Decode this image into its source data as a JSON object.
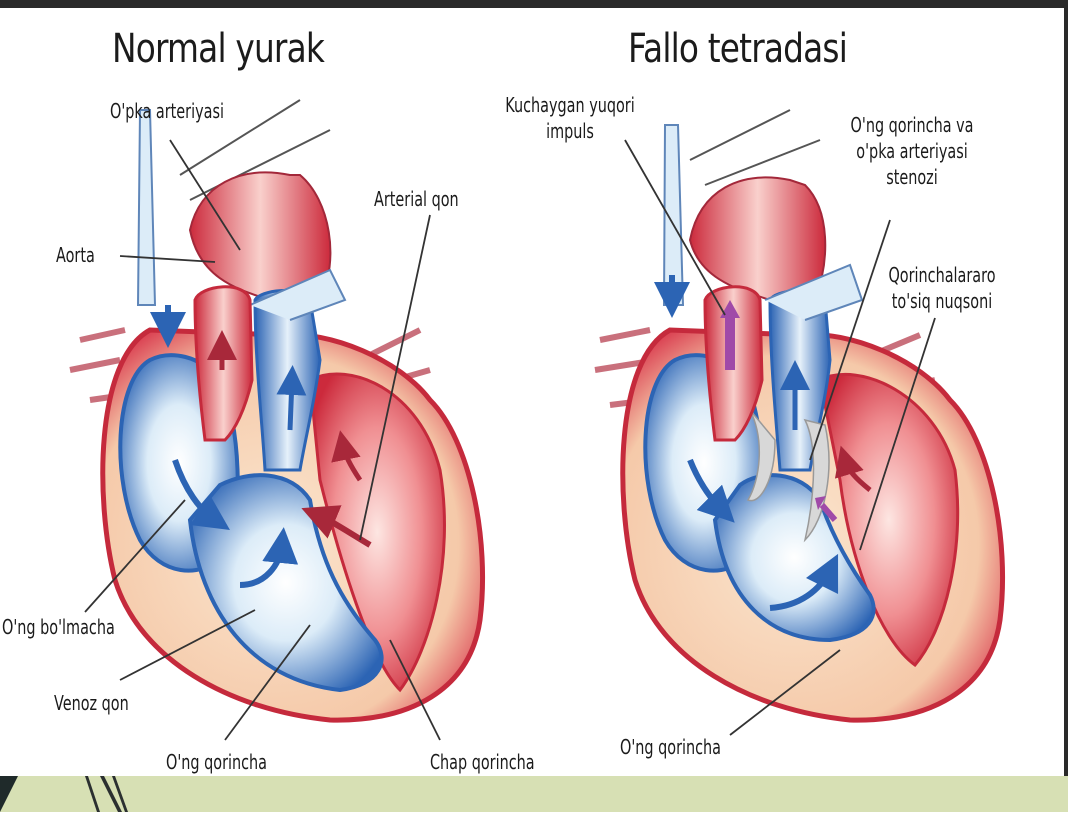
{
  "titles": {
    "normal": "Normal yurak",
    "fallot": "Fallo tetradasi"
  },
  "normal_labels": {
    "pulmonary_artery": "O'pka arteriyasi",
    "aorta": "Aorta",
    "arterial_blood": "Arterial qon",
    "right_atrium": "O'ng bo'lmacha",
    "venous_blood": "Venoz qon",
    "right_ventricle": "O'ng qorincha",
    "left_ventricle": "Chap qorincha"
  },
  "fallot_labels": {
    "increased_impulse_line1": "Kuchaygan yuqori",
    "increased_impulse_line2": "impuls",
    "stenosis_line1": "O'ng qorincha va",
    "stenosis_line2": "o'pka arteriyasi",
    "stenosis_line3": "stenozi",
    "vsd_line1": "Qorinchalararo",
    "vsd_line2": "to'siq nuqsoni",
    "right_ventricle": "O'ng qorincha"
  },
  "colors": {
    "venous_blue": "#2c64b4",
    "arterial_red": "#cc2a3c",
    "myocardium": "#f7d2b4",
    "impulse_purple": "#a04aa8",
    "footer_band": "#d7e0b4"
  }
}
